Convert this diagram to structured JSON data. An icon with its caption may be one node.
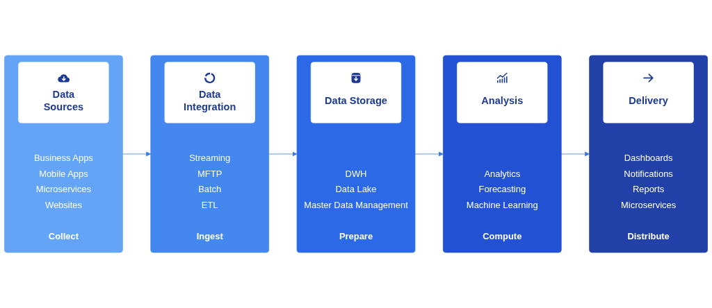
{
  "diagram": {
    "nodes": [
      {
        "text": [
          "Business Apps",
          "Mobile Apps",
          "Microservices",
          "Websites",
          "Collect"
        ]
      },
      {
        "text": [
          "Data Sources"
        ],
        "in": 0
      },
      {
        "text": [
          "Streaming",
          "MFTP",
          "Batch",
          "ETL",
          "Ingest"
        ]
      },
      {
        "text": [
          "Data Integration"
        ],
        "in": 2
      },
      {
        "text": [
          "DWH",
          "Data Lake",
          "Master Data Management",
          "Prepare"
        ]
      },
      {
        "text": [
          "Data Storage"
        ],
        "in": 4
      },
      {
        "text": [
          "Analytics",
          "Forecasting",
          "Machine Learning",
          "Compute"
        ]
      },
      {
        "text": [
          "Analysis"
        ],
        "in": 6
      },
      {
        "text": [
          "Dashboards",
          "Notifications",
          "Reports",
          "Microservices",
          "Distribute"
        ]
      },
      {
        "text": [
          "Delivery"
        ],
        "in": 8
      }
    ],
    "edges": [
      {
        "from": 0,
        "to": 2,
        "arrow": "to"
      },
      {
        "from": 2,
        "to": 4,
        "arrow": "to"
      },
      {
        "from": 4,
        "to": 6,
        "arrow": "to"
      },
      {
        "from": 6,
        "to": 8,
        "arrow": "to"
      }
    ]
  }
}
